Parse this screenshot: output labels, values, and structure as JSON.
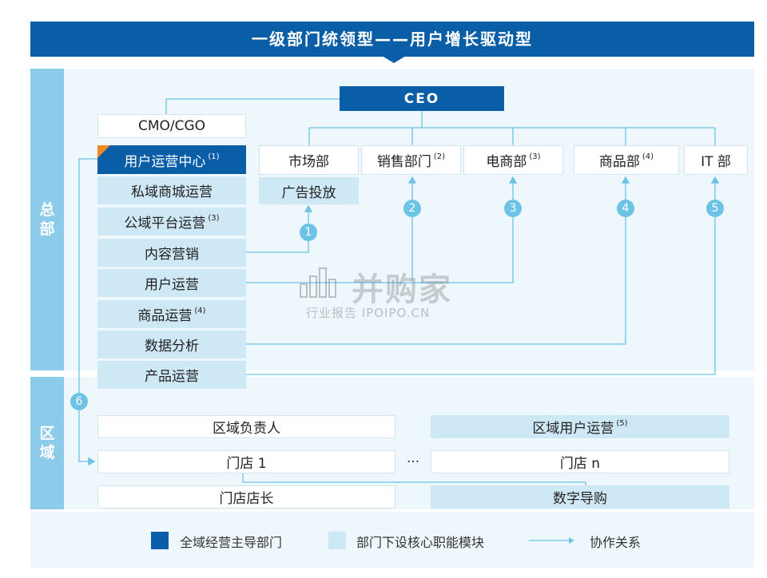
{
  "title": "一级部门统领型——用户增长驱动型",
  "side_labels": {
    "hq": "总\n部",
    "region": "区\n域"
  },
  "hq": {
    "ceo": "CEO",
    "cmo": "CMO/CGO",
    "user_ops_center": {
      "label": "用户运营中心",
      "note": "(1)"
    },
    "user_ops_modules": [
      {
        "label": "私域商城运营",
        "note": ""
      },
      {
        "label": "公域平台运营",
        "note": "(3)"
      },
      {
        "label": "内容营销",
        "note": ""
      },
      {
        "label": "用户运营",
        "note": ""
      },
      {
        "label": "商品运营",
        "note": "(4)"
      },
      {
        "label": "数据分析",
        "note": ""
      },
      {
        "label": "产品运营",
        "note": ""
      }
    ],
    "departments": [
      {
        "label": "市场部",
        "note": ""
      },
      {
        "label": "销售部门",
        "note": "(2)"
      },
      {
        "label": "电商部",
        "note": "(3)"
      },
      {
        "label": "商品部",
        "note": "(4)"
      },
      {
        "label": "IT 部",
        "note": ""
      }
    ],
    "market_module": "广告投放",
    "numbers": [
      "1",
      "2",
      "3",
      "4",
      "5",
      "6"
    ]
  },
  "region": {
    "region_head": "区域负责人",
    "region_user_ops": {
      "label": "区域用户运营",
      "note": "(5)"
    },
    "store_1": "门店 1",
    "ellipsis": "···",
    "store_n": "门店 n",
    "store_manager": "门店店长",
    "digital_guide": "数字导购"
  },
  "legend": {
    "dark_label": "全域经营主导部门",
    "light_label": "部门下设核心职能模块",
    "arrow_label": "协作关系"
  },
  "watermark": {
    "main": "并购家",
    "sub": "行业报告 IPOIPO.CN"
  },
  "colors": {
    "dark_blue": "#0a5ea8",
    "light_blue": "#cfe8f5",
    "side_blue": "#8ccbe9",
    "line_blue": "#6cc3e6"
  }
}
